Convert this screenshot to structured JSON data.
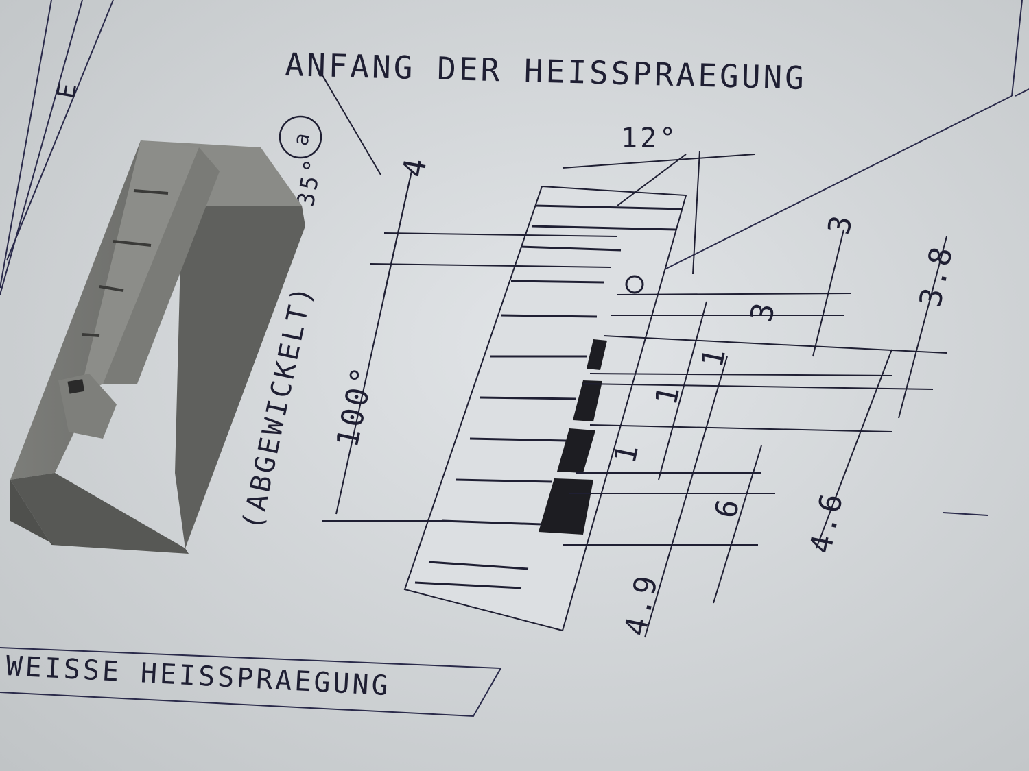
{
  "drawing": {
    "title_top": "ANFANG DER HEISSPRAEGUNG",
    "title_bottom": "WEISSE HEISSPRAEGUNG",
    "zone_letter": "E",
    "angle_top": "12°",
    "angle_left": "35°",
    "surface_symbol": "a",
    "unrolled_label": "(ABGEWICKELT)",
    "unrolled_angle": "100°",
    "dimensions": [
      "4",
      "3",
      "3.8",
      "3",
      "1",
      "1",
      "1",
      "6",
      "4.9",
      "4.6"
    ]
  },
  "colors": {
    "paper": "#d6d9dc",
    "ink": "#1f1f33",
    "part": "#6e6f6c"
  }
}
